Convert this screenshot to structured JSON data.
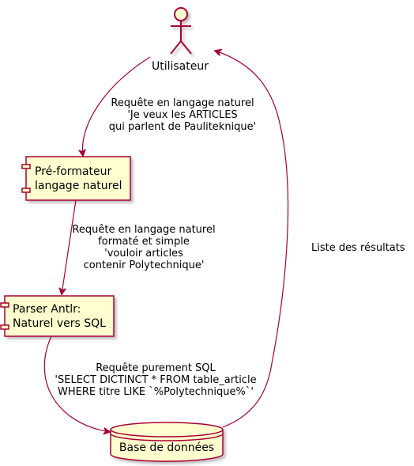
{
  "colors": {
    "node_fill": "#FEFECE",
    "node_stroke": "#A80036",
    "edge": "#A80036",
    "text": "#000000",
    "shadow": "#C8C8C8"
  },
  "actor": {
    "label": "Utilisateur",
    "icon": "stick-figure-actor-icon"
  },
  "components": {
    "preformateur": {
      "line1": "Pré-formateur",
      "line2": "langage naturel",
      "icon": "component-icon"
    },
    "parser": {
      "line1": "Parser Antlr:",
      "line2": "Naturel vers SQL",
      "icon": "component-icon"
    }
  },
  "database": {
    "label": "Base de données",
    "icon": "database-cylinder-icon"
  },
  "edges": {
    "user_to_preformateur": {
      "line1": "Requête en langage naturel",
      "line2": "'Je veux les ARTICLES",
      "line3": "qui parlent de Pauliteknique'"
    },
    "preformateur_to_parser": {
      "line1": "Requête en langage naturel",
      "line2": "formaté et simple",
      "line3": "'vouloir articles",
      "line4": "contenir Polytechnique'"
    },
    "parser_to_database": {
      "line1": "Requête purement SQL",
      "line2": "'SELECT DICTINCT * FROM table_article",
      "line3": "WHERE titre LIKE `%Polytechnique%`'"
    },
    "database_to_user": {
      "line1": "Liste des résultats"
    }
  }
}
